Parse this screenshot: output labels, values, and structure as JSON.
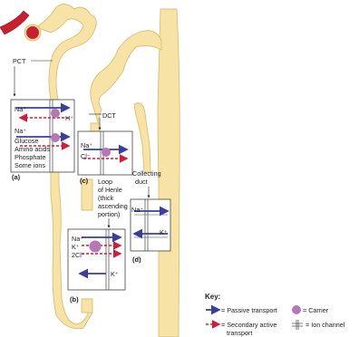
{
  "labels": {
    "pct": "PCT",
    "dct": "DCT",
    "loop": [
      "Loop",
      "of Henle",
      "(thick",
      "ascending",
      "portion)"
    ],
    "collecting": [
      "Collecting",
      "duct"
    ]
  },
  "panels": {
    "a": {
      "tag": "(a)",
      "ions": [
        "Na⁺",
        "H⁺",
        "Na⁺"
      ],
      "solutes": [
        "Glucose",
        "Amino acids",
        "Phosphate",
        "Some ions"
      ]
    },
    "b": {
      "tag": "(b)",
      "ions": [
        "Na⁺",
        "K⁺",
        "2Cl⁻",
        "K⁺"
      ]
    },
    "c": {
      "tag": "(c)",
      "ions": [
        "Na⁺",
        "Cl⁻"
      ]
    },
    "d": {
      "tag": "(d)",
      "ions": [
        "Na⁺",
        "K⁺"
      ]
    }
  },
  "key": {
    "title": "Key:",
    "passive": "= Passive transport",
    "carrier": "= Carrier",
    "secondary": [
      "= Secondary active",
      "transport"
    ],
    "channel": "= Ion channel"
  },
  "colors": {
    "tubule": "#f7e3a6",
    "tubule_edge": "#d9bf73",
    "passive": "#3a3f9e",
    "secondary": "#d11d3a",
    "carrier": "#b776b5",
    "vessel": "#c8202f"
  }
}
